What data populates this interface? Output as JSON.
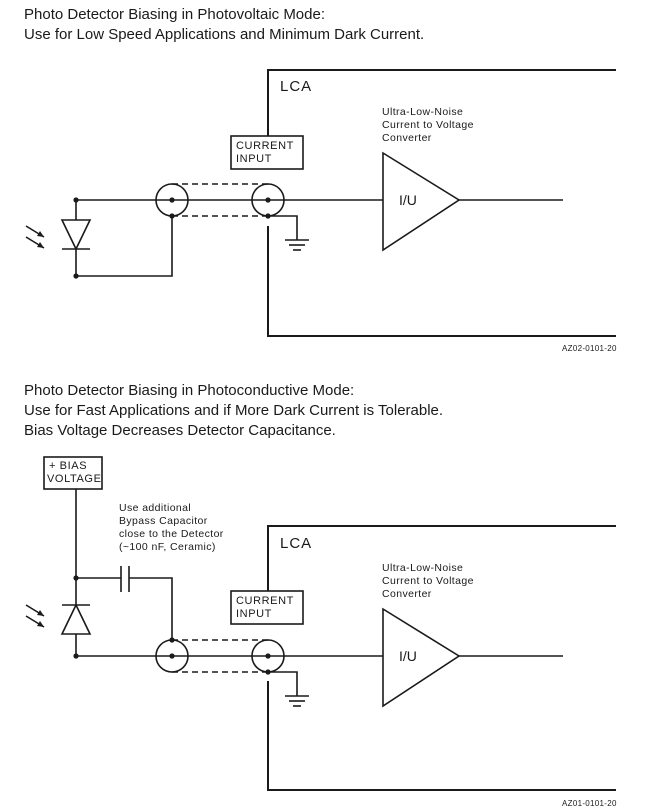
{
  "pv": {
    "heading_line1": "Photo Detector Biasing in Photovoltaic Mode:",
    "heading_line2": "Use for Low Speed Applications and Minimum Dark Current.",
    "lca_label": "LCA",
    "converter_line1": "Ultra-Low-Noise",
    "converter_line2": "Current to Voltage",
    "converter_line3": "Converter",
    "input_line1": "CURRENT",
    "input_line2": "INPUT",
    "amp_label": "I/U",
    "code": "AZ02-0101-20"
  },
  "pc": {
    "heading_line1": "Photo Detector Biasing in Photoconductive Mode:",
    "heading_line2": "Use for Fast Applications and if More Dark Current is Tolerable.",
    "heading_line3": "Bias Voltage Decreases Detector Capacitance.",
    "bias_line1": "+ BIAS",
    "bias_line2": "VOLTAGE",
    "cap_note_line1": "Use additional",
    "cap_note_line2": "Bypass Capacitor",
    "cap_note_line3": "close to the Detector",
    "cap_note_line4": "(~100 nF, Ceramic)",
    "lca_label": "LCA",
    "converter_line1": "Ultra-Low-Noise",
    "converter_line2": "Current to Voltage",
    "converter_line3": "Converter",
    "input_line1": "CURRENT",
    "input_line2": "INPUT",
    "amp_label": "I/U",
    "code": "AZ01-0101-20"
  }
}
